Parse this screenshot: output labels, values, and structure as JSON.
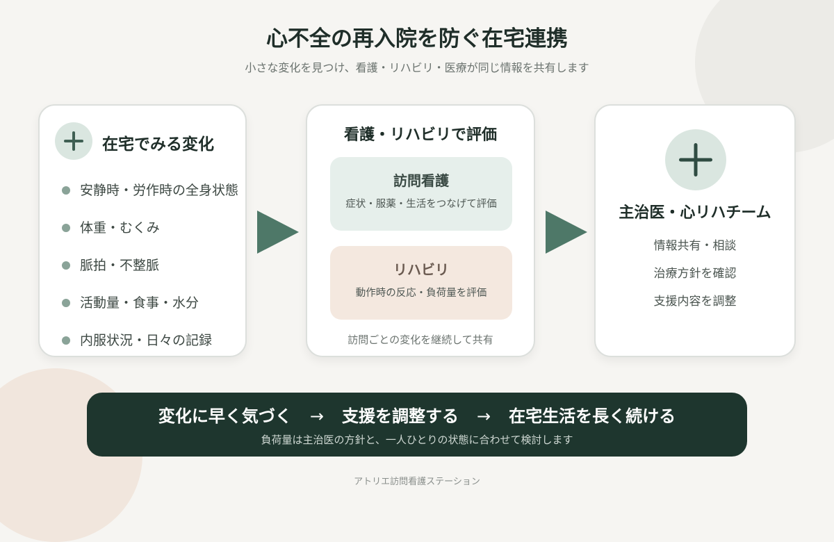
{
  "colors": {
    "background": "#f6f5f2",
    "dark_green": "#1e362e",
    "accent_green": "#4e7868",
    "light_green": "#dae6e0",
    "nurse_box": "#e6efeb",
    "rehab_box": "#f4e8df"
  },
  "header": {
    "title": "心不全の再入院を防ぐ在宅連携",
    "subtitle": "小さな変化を見つけ、看護・リハビリ・医療が同じ情報を共有します"
  },
  "card_home": {
    "icon": "plus-icon",
    "heading": "在宅でみる変化",
    "items": [
      "安静時・労作時の全身状態",
      "体重・むくみ",
      "脈拍・不整脈",
      "活動量・食事・水分",
      "内服状況・日々の記録"
    ]
  },
  "card_eval": {
    "heading": "看護・リハビリで評価",
    "nursing": {
      "title": "訪問看護",
      "desc": "症状・服薬・生活をつなげて評価"
    },
    "rehab": {
      "title": "リハビリ",
      "desc": "動作時の反応・負荷量を評価"
    },
    "footer": "訪問ごとの変化を継続して共有"
  },
  "card_team": {
    "icon": "plus-icon",
    "heading": "主治医・心リハチーム",
    "items": [
      "情報共有・相談",
      "治療方針を確認",
      "支援内容を調整"
    ]
  },
  "arrows": {
    "icon": "triangle-right-icon"
  },
  "banner": {
    "steps": [
      "変化に早く気づく",
      "支援を調整する",
      "在宅生活を長く続ける"
    ],
    "separator": "→",
    "note": "負荷量は主治医の方針と、一人ひとりの状態に合わせて検討します"
  },
  "footer": "アトリエ訪問看護ステーション"
}
